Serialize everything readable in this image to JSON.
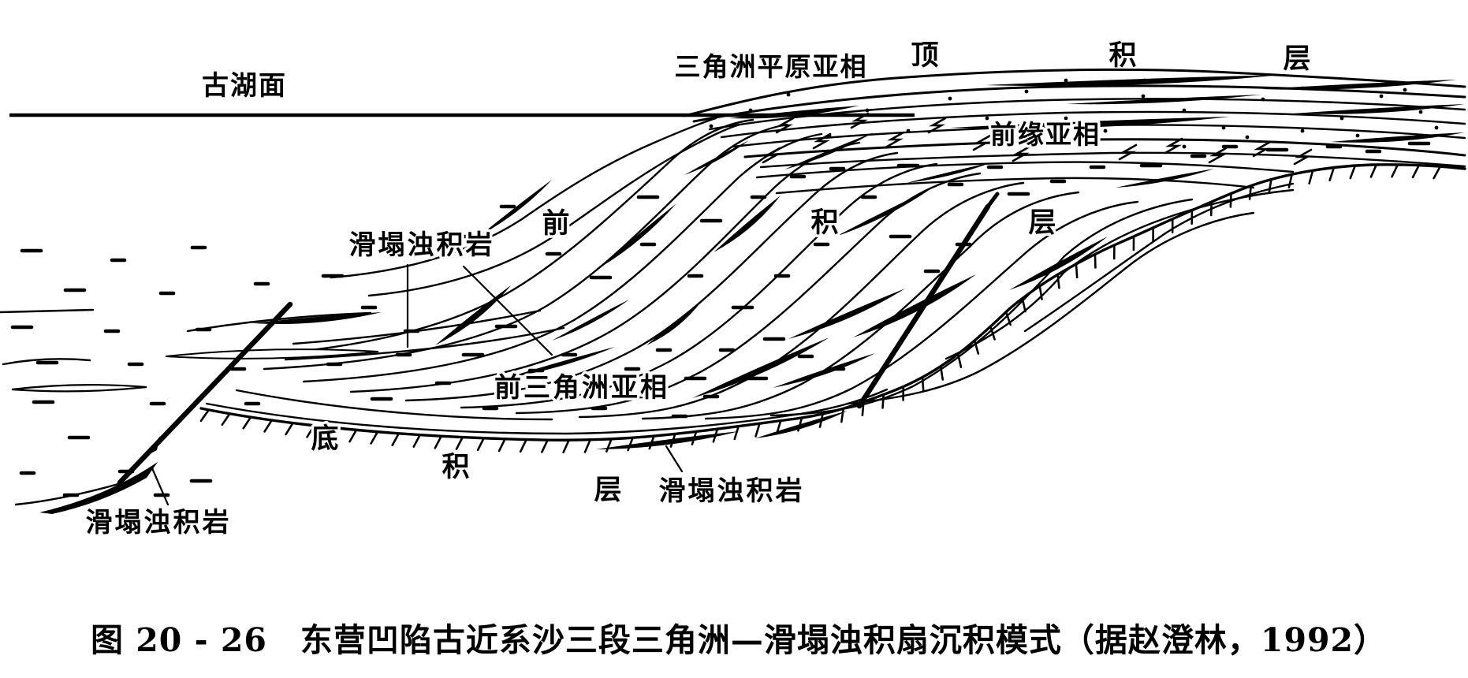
{
  "figure": {
    "caption": "图 20 - 26　东营凹陷古近系沙三段三角洲—滑塌浊积扇沉积模式（据赵澄林，1992）"
  },
  "labels": {
    "lake_surface": "古湖面",
    "delta_plain_subfacies": "三角洲平原亚相",
    "delta_front_subfacies": "前缘亚相",
    "prodelta_subfacies": "前三角洲亚相",
    "topset": [
      "顶",
      "积",
      "层"
    ],
    "foreset": [
      "前",
      "积",
      "层"
    ],
    "bottomset": [
      "底",
      "积",
      "层"
    ],
    "slump_turbidite_upper": "滑塌浊积岩",
    "slump_turbidite_lower_middle": "滑塌浊积岩",
    "slump_turbidite_lower_left": "滑塌浊积岩"
  },
  "colors": {
    "ink": "#000000",
    "background": "#ffffff"
  }
}
